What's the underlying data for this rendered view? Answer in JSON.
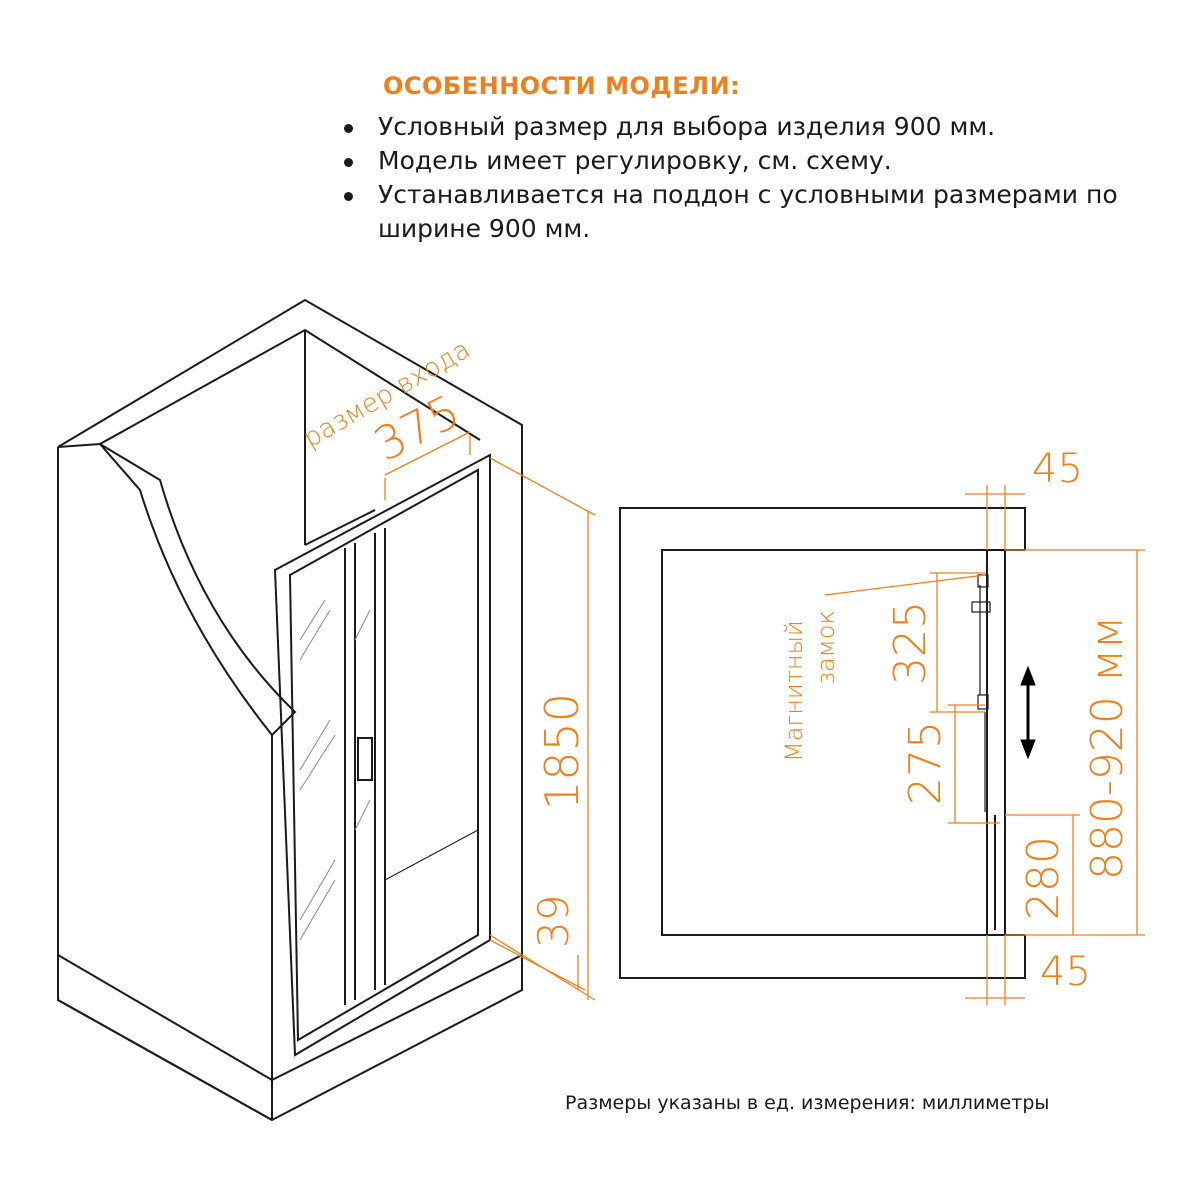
{
  "header": {
    "title": "ОСОБЕННОСТИ МОДЕЛИ:",
    "features": [
      "Условный размер для выбора изделия 900 мм.",
      "Модель имеет регулировку, см. схему.",
      "Устанавливается на поддон с условными размерами по ширине 900 мм."
    ]
  },
  "iso_view": {
    "entry_label": "размер входа",
    "entry_width": "375",
    "height": "1850",
    "base_height": "39"
  },
  "plan_view": {
    "top_offset": "45",
    "bottom_offset": "45",
    "range": "880-920 мм",
    "lock_label_1": "Магнитный",
    "lock_label_2": "замок",
    "dim_325": "325",
    "dim_275": "275",
    "dim_280": "280"
  },
  "footer": {
    "note": "Размеры указаны в ед. измерения: миллиметры"
  },
  "colors": {
    "accent": "#f07f1a",
    "line": "#1a1a1a"
  }
}
